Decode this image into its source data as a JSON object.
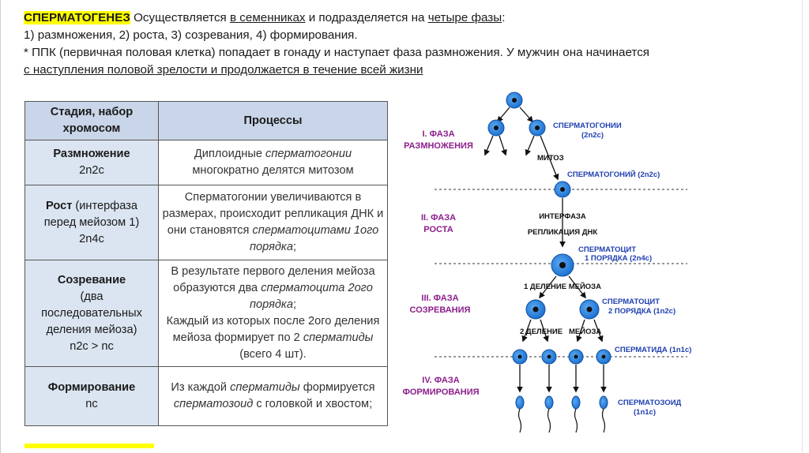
{
  "intro": {
    "term": "СПЕРМАТОГЕНЕЗ",
    "t1": " Осуществляется ",
    "loc": "в семенниках",
    "t2": " и подразделяется на ",
    "phases_count": "четыре фазы",
    "t3": ":",
    "line2": "1) размножения, 2) роста, 3) созревания, 4) формирования.",
    "line3": "* ППК (первичная половая клетка) попадает в гонаду и наступает фаза размножения. У мужчин она начинается",
    "line4": "с наступления половой зрелости и продолжается в течение всей жизни"
  },
  "table": {
    "header_stage": "Стадия, набор хромосом",
    "header_process": "Процессы",
    "rows": [
      {
        "stage": "Размножение",
        "stage_note": "",
        "formula": "2n2c",
        "process_parts": [
          "Диплоидные ",
          "сперматогонии",
          " многократно делятся митозом"
        ]
      },
      {
        "stage": "Рост",
        "stage_note": " (интерфаза перед мейозом 1)",
        "formula": "2n4c",
        "process_parts": [
          "Сперматогонии увеличиваются в размерах, происходит репликация ДНК и они становятся ",
          "сперматоцитами 1ого порядка",
          ";"
        ]
      },
      {
        "stage": "Созревание",
        "stage_note": "(два последовательных деления мейоза)",
        "formula": "n2c > nc",
        "process_parts": [
          "В результате первого деления мейоза образуются два ",
          "сперматоцита 2ого порядка",
          ";",
          "Каждый из которых после 2ого деления мейоза формирует по 2 ",
          "сперматиды",
          " (всего 4 шт)."
        ]
      },
      {
        "stage": "Формирование",
        "stage_note": "",
        "formula": "nc",
        "process_parts": [
          "Из каждой ",
          "сперматиды",
          " формируется ",
          "сперматозоид",
          " с головкой и хвостом;"
        ]
      }
    ]
  },
  "diagram": {
    "phase1_a": "I. ФАЗА",
    "phase1_b": "РАЗМНОЖЕНИЯ",
    "phase2_a": "II. ФАЗА",
    "phase2_b": "РОСТА",
    "phase3_a": "III. ФАЗА",
    "phase3_b": "СОЗРЕВАНИЯ",
    "phase4_a": "IV. ФАЗА",
    "phase4_b": "ФОРМИРОВАНИЯ",
    "spermatogonia": "СПЕРМАТОГОНИИ",
    "spermatogonia_formula": "(2n2c)",
    "mitosis": "МИТОЗ",
    "spermatogonium": "СПЕРМАТОГОНИЙ (2n2c)",
    "interphase": "ИНТЕРФАЗА",
    "replication": "РЕПЛИКАЦИЯ ДНК",
    "spermatocyte1_a": "СПЕРМАТОЦИТ",
    "spermatocyte1_b": "1 ПОРЯДКА (2n4c)",
    "meiosis1": "1 ДЕЛЕНИЕ МЕЙОЗА",
    "spermatocyte2_a": "СПЕРМАТОЦИТ",
    "spermatocyte2_b": "2 ПОРЯДКА (1n2c)",
    "meiosis2_a": "2 ДЕЛЕНИЕ",
    "meiosis2_b": "МЕЙОЗА",
    "spermatid": "СПЕРМАТИДА (1n1c)",
    "spermatozoid_a": "СПЕРМАТОЗОИД",
    "spermatozoid_b": "(1n1c)"
  },
  "colors": {
    "highlight": "#ffff00",
    "header_bg": "#c9d5e8",
    "stage_bg": "#dbe5f1",
    "label_blue": "#1f3fb0",
    "phase_purple": "#8c1e8c",
    "cell_blue": "#1e73d2"
  }
}
